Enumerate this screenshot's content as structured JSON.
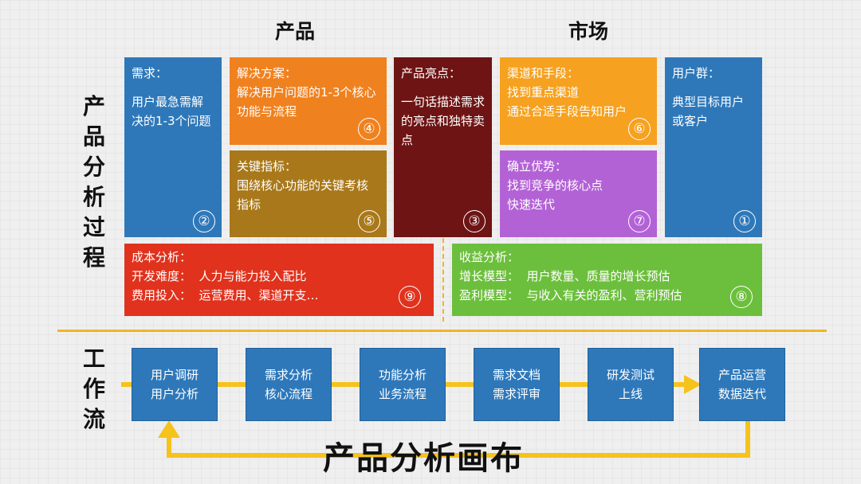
{
  "headers": {
    "product": "产品",
    "market": "市场"
  },
  "side_labels": {
    "analysis": [
      "产",
      "品",
      "分",
      "析",
      "过",
      "程"
    ],
    "workflow": [
      "工",
      "作",
      "流"
    ]
  },
  "cards": {
    "need": {
      "title": "需求：",
      "body": "用户最急需解决的1-3个问题",
      "num": "②",
      "color": "#2e78ba"
    },
    "solution": {
      "title": "解决方案：",
      "body": "解决用户问题的1-3个核心功能与流程",
      "num": "④",
      "color": "#f0811f"
    },
    "metrics": {
      "title": "关键指标：",
      "body": "围绕核心功能的关键考核指标",
      "num": "⑤",
      "color": "#a8781a"
    },
    "highlight": {
      "title": "产品亮点：",
      "body": "一句话描述需求的亮点和独特卖点",
      "num": "③",
      "color": "#6e1414"
    },
    "channel": {
      "title": "渠道和手段：",
      "line1": "找到重点渠道",
      "line2": "通过合适手段告知用户",
      "num": "⑥",
      "color": "#f6a11f"
    },
    "advantage": {
      "title": "确立优势：",
      "line1": "找到竞争的核心点",
      "line2": "快速迭代",
      "num": "⑦",
      "color": "#b362d6"
    },
    "users": {
      "title": "用户群：",
      "body": "典型目标用户或客户",
      "num": "①",
      "color": "#2e78ba"
    },
    "cost": {
      "title": "成本分析：",
      "line1": "开发难度：  人力与能力投入配比",
      "line2": "费用投入：  运营费用、渠道开支…",
      "num": "⑨",
      "color": "#e0321d"
    },
    "revenue": {
      "title": "收益分析：",
      "line1": "增长模型：  用户数量、质量的增长预估",
      "line2": "盈利模型：  与收入有关的盈利、营利预估",
      "num": "⑧",
      "color": "#6cbf3c"
    }
  },
  "workflow": [
    {
      "l1": "用户调研",
      "l2": "用户分析"
    },
    {
      "l1": "需求分析",
      "l2": "核心流程"
    },
    {
      "l1": "功能分析",
      "l2": "业务流程"
    },
    {
      "l1": "需求文档",
      "l2": "需求评审"
    },
    {
      "l1": "研发测试",
      "l2": "上线"
    },
    {
      "l1": "产品运营",
      "l2": "数据迭代"
    }
  ],
  "colors": {
    "accent": "#f0b429",
    "workflow_box": "#2e78ba"
  },
  "title": "产品分析画布"
}
